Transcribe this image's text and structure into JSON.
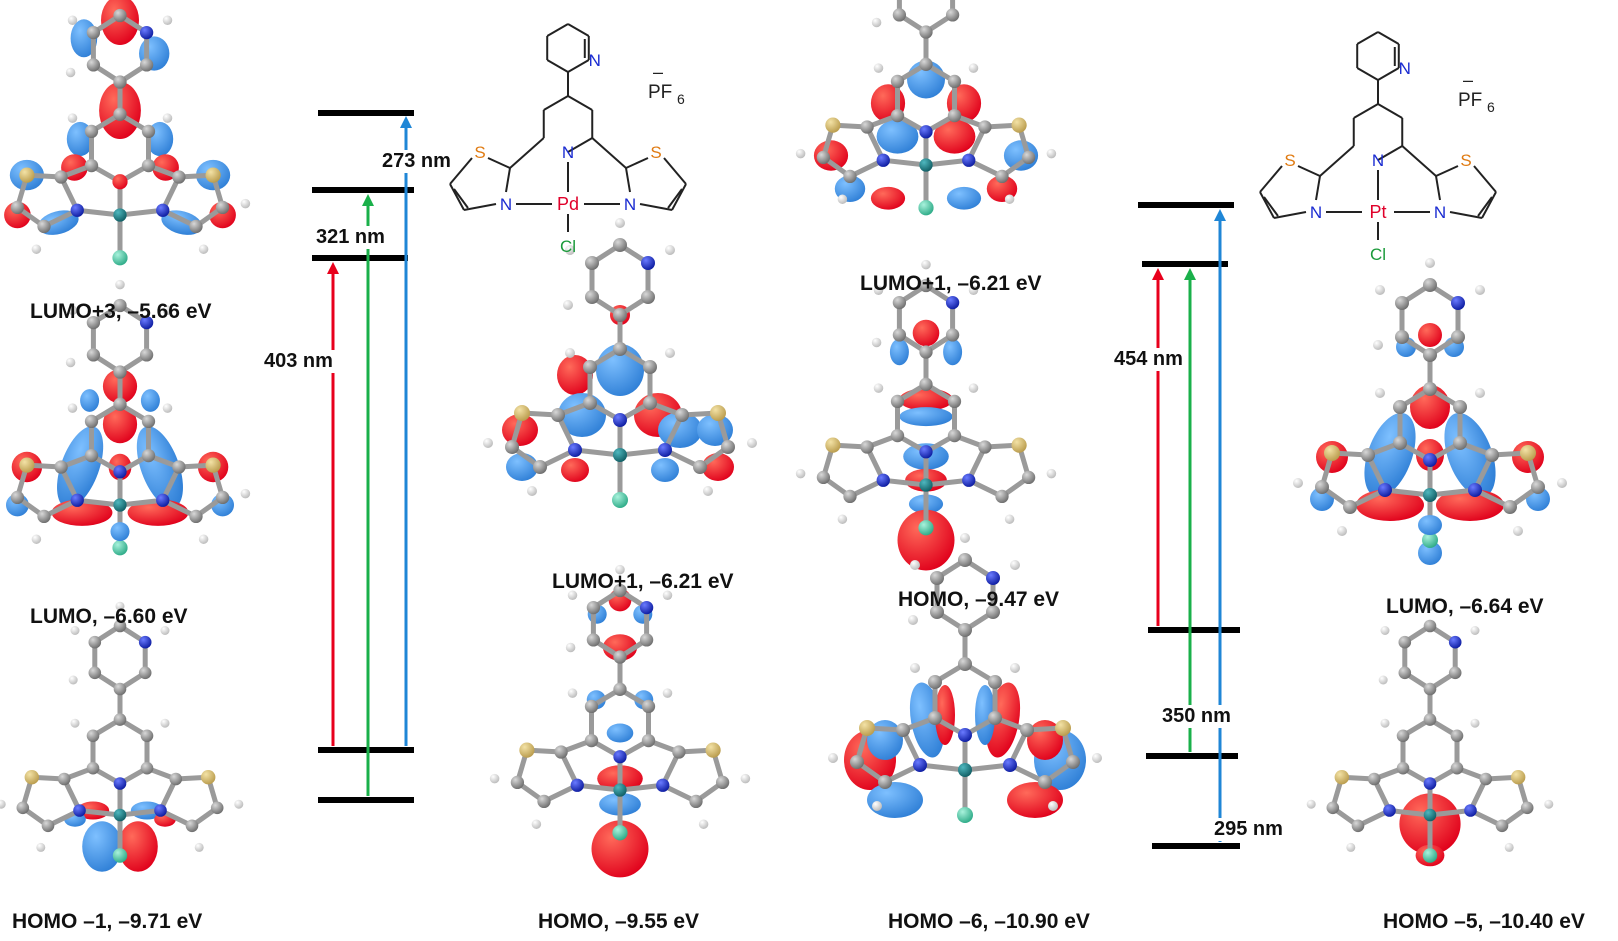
{
  "colors": {
    "lobe_red": "#e0001b",
    "lobe_blue": "#2f7fd6",
    "atom_carbon": "#8a8a8a",
    "atom_nitrogen": "#2030c8",
    "atom_sulfur": "#d9c27a",
    "atom_hydrogen": "#e8e8e8",
    "atom_metal": "#1f7f86",
    "atom_chlorine": "#4fd0b0",
    "level": "#000000",
    "arrow_red": "#e8001c",
    "arrow_green": "#1ab04a",
    "arrow_blue": "#1f86d6",
    "struct_S": "#e07b12",
    "struct_N": "#1a2bd1",
    "struct_M": "#e0002a",
    "struct_Cl": "#1a9a3a"
  },
  "orbitals": [
    {
      "label": "LUMO+3, –5.66 eV"
    },
    {
      "label": "LUMO, –6.60 eV"
    },
    {
      "label": "HOMO –1, –9.71 eV"
    },
    {
      "label": "LUMO+1, –6.21 eV"
    },
    {
      "label": "HOMO, –9.55 eV"
    },
    {
      "label": "LUMO+1, –6.21 eV"
    },
    {
      "label": "HOMO, –9.47 eV"
    },
    {
      "label": "HOMO –6, –10.90 eV"
    },
    {
      "label": "LUMO, –6.64 eV"
    },
    {
      "label": "HOMO –5, –10.40 eV"
    }
  ],
  "transitions_pd": [
    {
      "label": "403 nm",
      "color": "#e8001c"
    },
    {
      "label": "321 nm",
      "color": "#1ab04a"
    },
    {
      "label": "273 nm",
      "color": "#1f86d6"
    }
  ],
  "transitions_pt": [
    {
      "label": "454 nm",
      "color": "#e8001c"
    },
    {
      "label": "350 nm",
      "color": "#1ab04a"
    },
    {
      "label": "295 nm",
      "color": "#1f86d6"
    }
  ],
  "structures": [
    {
      "metal": "Pd",
      "ligand_S": "S",
      "ligand_N": "N",
      "halide": "Cl",
      "counterion": "PF",
      "counterion_sub": "6",
      "charge": "–"
    },
    {
      "metal": "Pt",
      "ligand_S": "S",
      "ligand_N": "N",
      "halide": "Cl",
      "counterion": "PF",
      "counterion_sub": "6",
      "charge": "–"
    }
  ]
}
